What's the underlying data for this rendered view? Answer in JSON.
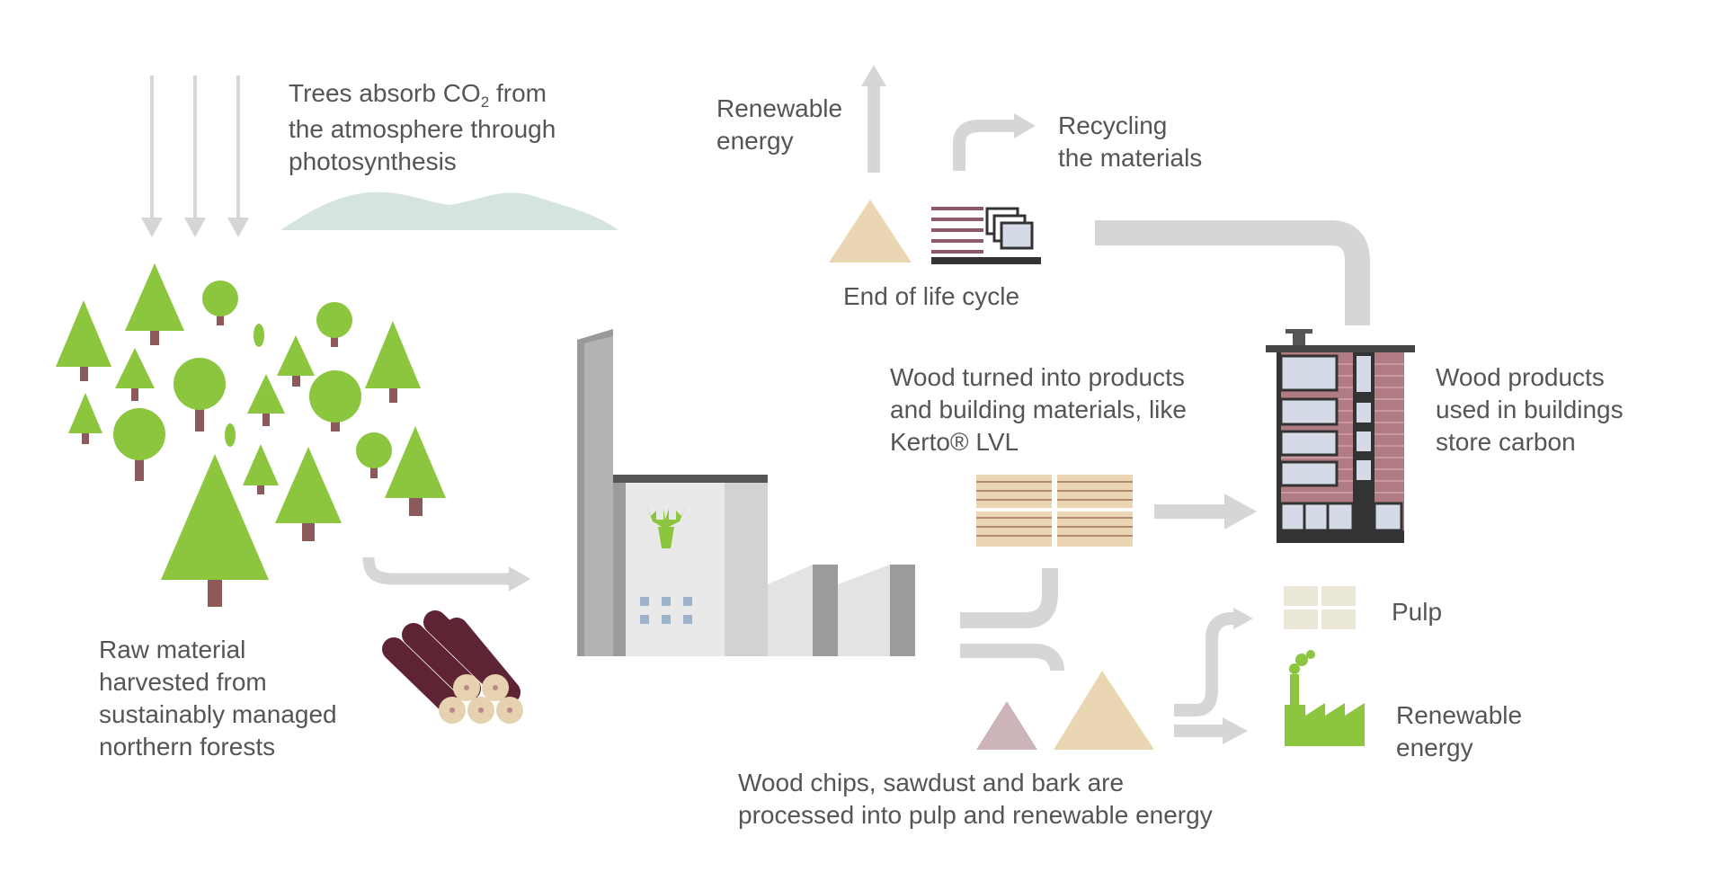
{
  "colors": {
    "tree_green": "#8cc63f",
    "trunk": "#8c5a5a",
    "arrow_grey": "#d6d6d6",
    "factory_grey": "#9b9b9b",
    "factory_light": "#e8e8e8",
    "log_dark": "#5e2434",
    "log_end": "#e6d2b0",
    "sawdust": "#ead6b3",
    "bark": "#cdb4b9",
    "cloud": "#d5e3e1",
    "building_wall": "#b07b82",
    "window": "#d5dbe6"
  },
  "icons": [
    "tree-icon",
    "round-tree-icon",
    "cloud-icon",
    "sun-ray-arrow-icon",
    "log-pile-icon",
    "factory-icon",
    "moose-logo-icon",
    "sawdust-pile-icon",
    "material-stack-icon",
    "lvl-panel-icon",
    "building-icon",
    "pulp-sheet-icon",
    "energy-plant-icon",
    "flow-arrow-icon"
  ],
  "labels": {
    "trees_absorb": {
      "line1_prefix": "Trees absorb CO",
      "line1_sub": "2",
      "line1_suffix": " from",
      "line2": "the atmosphere through",
      "line3": "photosynthesis"
    },
    "raw_material": {
      "line1": "Raw material",
      "line2": "harvested from",
      "line3": "sustainably managed",
      "line4": "northern forests"
    },
    "renewable_energy_top": {
      "line1": "Renewable",
      "line2": "energy"
    },
    "recycling": {
      "line1": "Recycling",
      "line2": "the materials"
    },
    "end_of_life": "End of life cycle",
    "wood_turned": {
      "line1": "Wood turned into products",
      "line2": "and building materials, like",
      "line3": "Kerto® LVL"
    },
    "wood_products": {
      "line1": "Wood products",
      "line2": "used in buildings",
      "line3": "store carbon"
    },
    "pulp": "Pulp",
    "renewable_energy_bottom": {
      "line1": "Renewable",
      "line2": "energy"
    },
    "wood_chips": {
      "line1": "Wood chips, sawdust and bark are",
      "line2": "processed into pulp and renewable energy"
    }
  }
}
